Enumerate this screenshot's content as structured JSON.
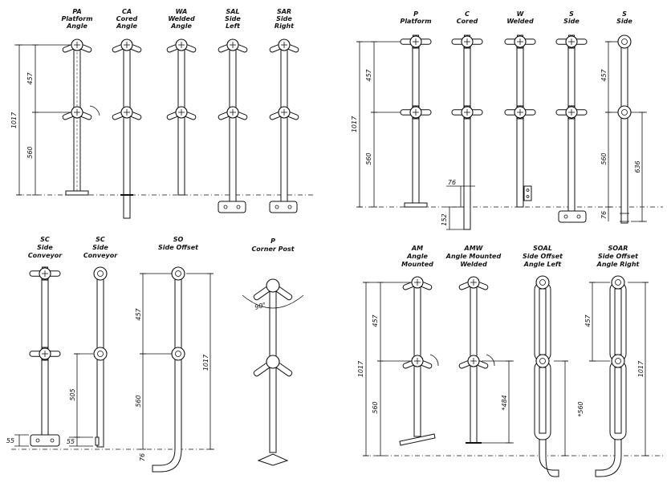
{
  "panels": {
    "top_left": {
      "items": [
        {
          "code": "PA",
          "line1": "Platform",
          "line2": "Angle"
        },
        {
          "code": "CA",
          "line1": "Cored",
          "line2": "Angle"
        },
        {
          "code": "WA",
          "line1": "Welded",
          "line2": "Angle"
        },
        {
          "code": "SAL",
          "line1": "Side",
          "line2": "Left"
        },
        {
          "code": "SAR",
          "line1": "Side",
          "line2": "Right"
        }
      ],
      "dims": {
        "upper": "457",
        "lower": "560",
        "total": "1017"
      }
    },
    "top_right": {
      "items": [
        {
          "code": "P",
          "line1": "Platform"
        },
        {
          "code": "C",
          "line1": "Cored"
        },
        {
          "code": "W",
          "line1": "Welded"
        },
        {
          "code": "S",
          "line1": "Side"
        },
        {
          "code": "S",
          "line1": "Side"
        }
      ],
      "dims": {
        "upper": "457",
        "lower": "560",
        "total": "1017",
        "core_top": "76",
        "core_depth": "152",
        "side_upper": "457",
        "side_lower": "560",
        "side_636": "636",
        "side_76": "76"
      }
    },
    "bottom_left": {
      "items": [
        {
          "code": "SC",
          "line1": "Side",
          "line2": "Conveyor"
        },
        {
          "code": "SC",
          "line1": "Side",
          "line2": "Conveyor"
        },
        {
          "code": "SO",
          "line1": "Side Offset"
        },
        {
          "code": "P",
          "line1": "Corner Post"
        }
      ],
      "dims": {
        "d55a": "55",
        "d55b": "55",
        "d505": "505",
        "upper": "457",
        "lower": "560",
        "total": "1017",
        "d76": "76",
        "angle": "90°"
      }
    },
    "bottom_right": {
      "items": [
        {
          "code": "AM",
          "line1": "Angle",
          "line2": "Mounted"
        },
        {
          "code": "AMW",
          "line1": "Angle Mounted",
          "line2": "Welded"
        },
        {
          "code": "SOAL",
          "line1": "Side Offset",
          "line2": "Angle Left"
        },
        {
          "code": "SOAR",
          "line1": "Side Offset",
          "line2": "Angle Right"
        }
      ],
      "dims": {
        "upper": "457",
        "lower": "560",
        "total": "1017",
        "d484": "*484",
        "d560s": "*560",
        "upper2": "457",
        "total2": "1017"
      }
    }
  }
}
